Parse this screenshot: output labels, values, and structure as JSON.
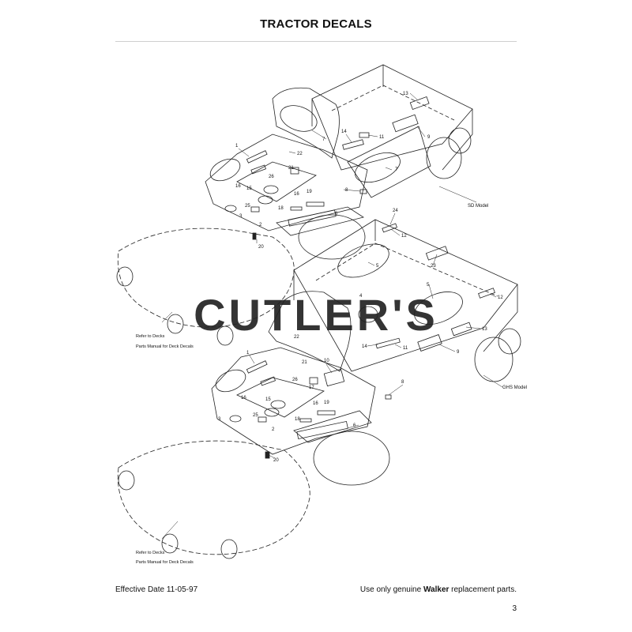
{
  "page": {
    "title": "TRACTOR DECALS",
    "watermark": "CUTLER'S",
    "effective_date": "Effective Date 11-05-97",
    "footer_prefix": "Use only genuine ",
    "footer_brand": "Walker",
    "footer_suffix": " replacement parts.",
    "page_number": "3"
  },
  "top_model": {
    "model_label": "SD Model",
    "deck_note_line1": "Refer to Decks",
    "deck_note_line2": "Parts Manual for Deck Decals",
    "callouts": [
      "13",
      "7",
      "14",
      "11",
      "9",
      "1",
      "22",
      "26",
      "21",
      "7",
      "16",
      "15",
      "8",
      "16",
      "19",
      "18",
      "25",
      "3",
      "6",
      "2",
      "20"
    ]
  },
  "bottom_model": {
    "model_label": "GHS Model",
    "deck_note_line1": "Refer to Decks",
    "deck_note_line2": "Parts Manual for Deck Decals",
    "callouts": [
      "24",
      "12",
      "23",
      "5",
      "5",
      "4",
      "12",
      "13",
      "14",
      "11",
      "9",
      "22",
      "1",
      "21",
      "10",
      "26",
      "17",
      "16",
      "15",
      "8",
      "3",
      "18",
      "16",
      "19",
      "25",
      "2",
      "6",
      "20"
    ]
  }
}
